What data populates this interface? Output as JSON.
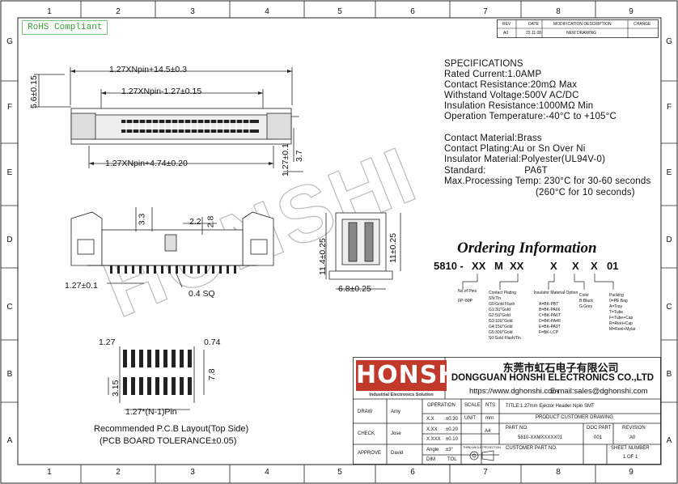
{
  "rohs": "RoHS Compliant",
  "zones": {
    "numbers": [
      "1",
      "2",
      "3",
      "4",
      "5",
      "6",
      "7",
      "8",
      "9"
    ],
    "letters": [
      "G",
      "F",
      "E",
      "D",
      "C",
      "B",
      "A"
    ]
  },
  "revision": {
    "headers": [
      "REV",
      "DATE",
      "MODIFICATION DESCRIPTION",
      "CHANGE"
    ],
    "row": [
      "A0",
      "22.11.08",
      "NEW DRAWING",
      ""
    ]
  },
  "specs": {
    "heading": "SPECIFICATIONS",
    "lines": [
      "Rated Current:1.0AMP",
      "Contact Resistance:20mΩ Max",
      "Withstand Voltage:500V AC/DC",
      "Insulation Resistance:1000MΩ Min",
      "Operation Temperature:-40°C to +105°C"
    ],
    "material_lines": [
      "Contact Material:Brass",
      "Contact Plating:Au or Sn Over Ni",
      "Insulator Material:Polyester(UL94V-0)",
      "Standard:              PA6T",
      "Max.Processing Temp: 230°C for 30-60 seconds",
      "(260°C for 10 seconds)"
    ]
  },
  "ordering": {
    "title": "Ordering Information",
    "code": [
      "5810 -",
      "XX",
      "M",
      "XX",
      "X",
      "X",
      "X",
      "01"
    ],
    "groups": [
      {
        "title": "No.of Pins",
        "items": [
          "6P~80P"
        ]
      },
      {
        "title": "Contact Plating",
        "items": [
          "SN:Tin",
          "G0:Gold Flash",
          "G1:3U\"Gold",
          "G2:5U\"Gold",
          "G3:10U\"Gold",
          "G4:15U\"Gold",
          "G5:30U\"Gold",
          "S0:Gold Flash/Tin"
        ]
      },
      {
        "title": "Insulator Material Option",
        "items": [
          "A=BK-PBT",
          "B=BK-PA66",
          "C=BK-PA6T",
          "D=BK-PA46",
          "E=BK-PA9T",
          "F=BK-LCP"
        ]
      },
      {
        "title": "Color",
        "items": [
          "B:Black",
          "G:Grey"
        ]
      },
      {
        "title": "Packing",
        "items": [
          "0=PE Bag",
          "A=Tray",
          "T=Tube",
          "F=Tube+Cap",
          "R=Reel+Cap",
          "M=Reel+Mylar"
        ]
      }
    ]
  },
  "dims": {
    "top1": "1.27XNpin+14.5±0.3",
    "top2": "1.27XNpin-1.27±0.15",
    "top3": "1.27XNpin+4.74±0.20",
    "left_v": "5.6±0.15",
    "right_v1": "1.27±0.1",
    "right_v2": "3.7",
    "d33": "3.3",
    "d22": "2.2",
    "d28": "2.8",
    "pitch": "1.27±0.1",
    "sq": "0.4 SQ",
    "side_h1": "11.4±0.25",
    "side_h2": "11±0.25",
    "side_w": "6.8±0.25",
    "pcb_127": "1.27",
    "pcb_074": "0.74",
    "pcb_315": "3.15",
    "pcb_78": "7.8",
    "pcb_pin": "1.27*(N-1)Pin",
    "pcb_caption1": "Recommended P.C.B Layout(Top Side)",
    "pcb_caption2": "(PCB BOARD TOLERANCE±0.05)"
  },
  "company": {
    "logo": "HONSHI",
    "logo_sub": "Industrial Electronics Solution",
    "name_cn": "东莞市虹石电子有限公司",
    "name_en": "DONGGUAN HONSHI ELECTRONICS CO.,LTD",
    "web": "https://www.dghonshi.com",
    "email": "E-mail:sales@dghonshi.com"
  },
  "titleblock": {
    "draw_label": "DRAW",
    "draw_name": "Amy",
    "check_label": "CHECK",
    "check_name": "Jose",
    "approve_label": "APPROVE",
    "approve_name": "David",
    "operation": "OPERATION",
    "unit_label": "UNIT",
    "unit": "mm",
    "scale_label": "SCALE",
    "scale": "NTS",
    "size": "A4",
    "tol": [
      [
        "X.X",
        "±0.30"
      ],
      [
        "X.XX",
        "±0.20"
      ],
      [
        "X.XXX",
        "±0.10"
      ],
      [
        "Angle",
        "±3°"
      ]
    ],
    "proj": "THIRD ANGLE PROJECTION",
    "dim": "DIM",
    "tol_label": "TOL",
    "title": "TITLE:1.27mm Ejector Header Npin SMT",
    "drawing": "PRODUCT CUSTOMER DRAWING",
    "part_label": "PART NO.",
    "part_no": "5810-XXMXXXXX01",
    "doc_label": "DOC PART",
    "doc": "001",
    "rev_label": "REVISION",
    "rev": "A0",
    "cust_label": "CUSTOMER PART NO.",
    "sheet_label": "SHEET NUMBER",
    "sheet": "1 OF 1"
  }
}
